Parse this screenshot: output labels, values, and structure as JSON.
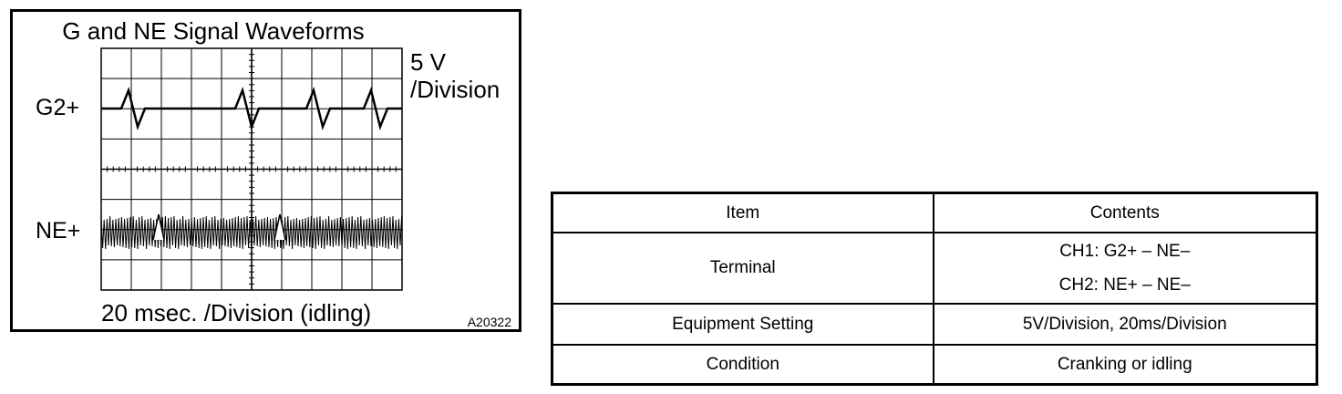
{
  "figure": {
    "title": "G and NE Signal Waveforms",
    "volt_line1": "5 V",
    "volt_line2": "/Division",
    "channel_g": "G2+",
    "channel_ne": "NE+",
    "time_label": "20 msec. /Division (idling)",
    "code": "A20322"
  },
  "table": {
    "header_item": "Item",
    "header_contents": "Contents",
    "rows": [
      {
        "item": "Terminal",
        "contents": [
          "CH1: G2+ – NE–",
          "CH2: NE+ – NE–"
        ]
      },
      {
        "item": "Equipment Setting",
        "contents": [
          "5V/Division, 20ms/Division"
        ]
      },
      {
        "item": "Condition",
        "contents": [
          "Cranking or idling"
        ]
      }
    ]
  }
}
